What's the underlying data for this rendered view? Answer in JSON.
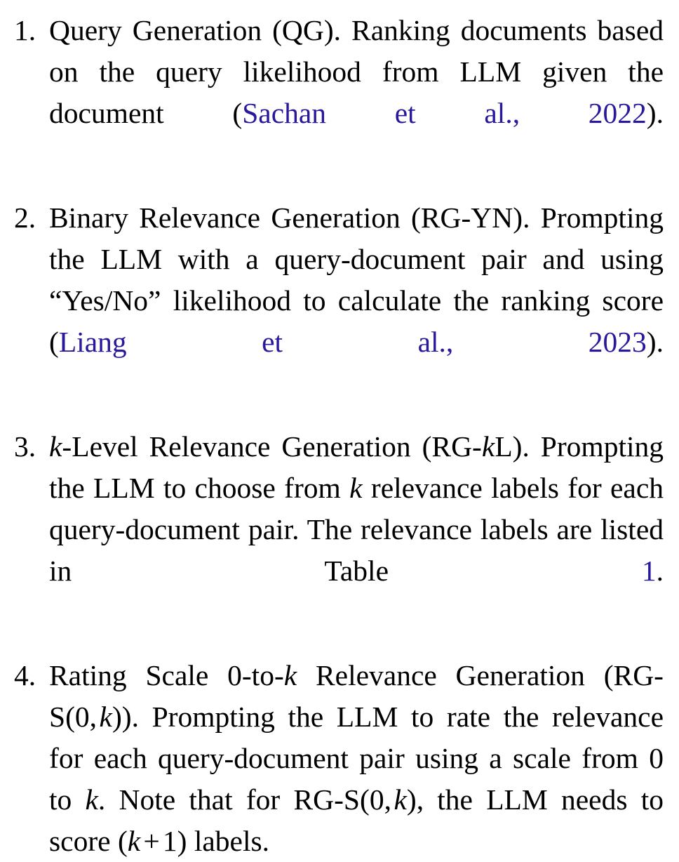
{
  "document": {
    "type": "academic-paper-excerpt",
    "background_color": "#ffffff",
    "text_color": "#000000",
    "link_color": "#27189c"
  },
  "list": {
    "items": [
      {
        "number": "1.",
        "name": "query-generation",
        "segments": [
          {
            "kind": "text",
            "value": "Query Generation (QG). Ranking documents based on the query likelihood from LLM given the document ("
          },
          {
            "kind": "cite",
            "value": "Sachan et al., 2022"
          },
          {
            "kind": "text",
            "value": ")."
          }
        ],
        "plain": "Query Generation (QG). Ranking documents based on the query likelihood from LLM given the document (Sachan et al., 2022)."
      },
      {
        "number": "2.",
        "name": "binary-relevance-generation",
        "segments": [
          {
            "kind": "text",
            "value": "Binary Relevance Generation (RG-YN). Prompting the LLM with a query-document pair and using “Yes/No” likelihood to calculate the ranking score ("
          },
          {
            "kind": "cite",
            "value": "Liang et al., 2023"
          },
          {
            "kind": "text",
            "value": ")."
          }
        ],
        "plain": "Binary Relevance Generation (RG-YN). Prompting the LLM with a query-document pair and using “Yes/No” likelihood to calculate the ranking score (Liang et al., 2023)."
      },
      {
        "number": "3.",
        "name": "k-level-relevance-generation",
        "segments": [
          {
            "kind": "math-italic",
            "value": "k"
          },
          {
            "kind": "text",
            "value": "-Level Relevance Generation (RG-"
          },
          {
            "kind": "math-italic",
            "value": "k"
          },
          {
            "kind": "text",
            "value": "L). Prompting the LLM to choose from "
          },
          {
            "kind": "math-italic",
            "value": "k"
          },
          {
            "kind": "text",
            "value": " relevance labels for each query-document pair. The relevance labels are listed in Table "
          },
          {
            "kind": "ref",
            "value": "1"
          },
          {
            "kind": "text",
            "value": "."
          }
        ],
        "plain": "k-Level Relevance Generation (RG-kL). Prompting the LLM to choose from k relevance labels for each query-document pair. The relevance labels are listed in Table 1."
      },
      {
        "number": "4.",
        "name": "rating-scale-relevance-generation",
        "segments": [
          {
            "kind": "text",
            "value": "Rating Scale "
          },
          {
            "kind": "math-upright",
            "value": "0"
          },
          {
            "kind": "text",
            "value": "-to-"
          },
          {
            "kind": "math-italic",
            "value": "k"
          },
          {
            "kind": "text",
            "value": " Relevance Generation (RG-S"
          },
          {
            "kind": "math-paren",
            "value": "("
          },
          {
            "kind": "math-upright",
            "value": "0"
          },
          {
            "kind": "math-upright",
            "value": ","
          },
          {
            "kind": "math-italic",
            "value": "k"
          },
          {
            "kind": "math-paren",
            "value": ")"
          },
          {
            "kind": "text",
            "value": "). Prompting the LLM to rate the relevance for each query-document pair using a scale from "
          },
          {
            "kind": "math-upright",
            "value": "0"
          },
          {
            "kind": "text",
            "value": " to "
          },
          {
            "kind": "math-italic",
            "value": "k"
          },
          {
            "kind": "text",
            "value": ". Note that for RG-S"
          },
          {
            "kind": "math-paren",
            "value": "("
          },
          {
            "kind": "math-upright",
            "value": "0"
          },
          {
            "kind": "math-upright",
            "value": ","
          },
          {
            "kind": "math-italic",
            "value": "k"
          },
          {
            "kind": "math-paren",
            "value": ")"
          },
          {
            "kind": "text",
            "value": ", the LLM needs to score "
          },
          {
            "kind": "math-paren",
            "value": "("
          },
          {
            "kind": "math-italic",
            "value": "k"
          },
          {
            "kind": "math-op",
            "value": "+"
          },
          {
            "kind": "math-upright",
            "value": "1"
          },
          {
            "kind": "math-paren",
            "value": ")"
          },
          {
            "kind": "text",
            "value": " labels."
          }
        ],
        "plain": "Rating Scale 0-to-k Relevance Generation (RG-S(0, k)). Prompting the LLM to rate the relevance for each query-document pair using a scale from 0 to k. Note that for RG-S(0, k), the LLM needs to score (k + 1) labels."
      }
    ]
  },
  "item1": {
    "number": "1.",
    "text_before_cite": "Query Generation (QG). Ranking documents based on the query likelihood from LLM given the document (",
    "citation": "Sachan et al., 2022",
    "text_after_cite": ")."
  },
  "item2": {
    "number": "2.",
    "text_before_cite": "Binary Relevance Generation (RG-YN). Prompting the LLM with a query-document pair and using “Yes/No” likelihood to calculate the ranking score (",
    "citation": "Liang et al., 2023",
    "text_after_cite": ")."
  },
  "item3": {
    "number": "3.",
    "k1": "k",
    "seg1": "-Level Relevance Generation (RG-",
    "k2": "k",
    "seg2": "L). Prompting the LLM to choose from ",
    "k3": "k",
    "seg3": " relevance labels for each query-document pair. The relevance labels are listed in Table ",
    "table_ref": "1",
    "seg4": "."
  },
  "item4": {
    "number": "4.",
    "seg1": "Rating Scale ",
    "zero1": "0",
    "seg2": "-to-",
    "k1": "k",
    "seg3": " Relevance Generation (RG-S",
    "paren_open1": "(",
    "zero2": "0",
    "comma1": ",",
    "k2": "k",
    "paren_close1": ")",
    "seg4": "). Prompting the LLM to rate the relevance for each query-document pair using a scale from ",
    "zero3": "0",
    "seg5": " to ",
    "k3": "k",
    "seg6": ". Note that for RG-S",
    "paren_open2": "(",
    "zero4": "0",
    "comma2": ",",
    "k4": "k",
    "paren_close2": ")",
    "seg7": ", the LLM needs to score ",
    "paren_open3": "(",
    "k5": "k",
    "plus": "+",
    "one": "1",
    "paren_close3": ")",
    "seg8": " labels."
  }
}
